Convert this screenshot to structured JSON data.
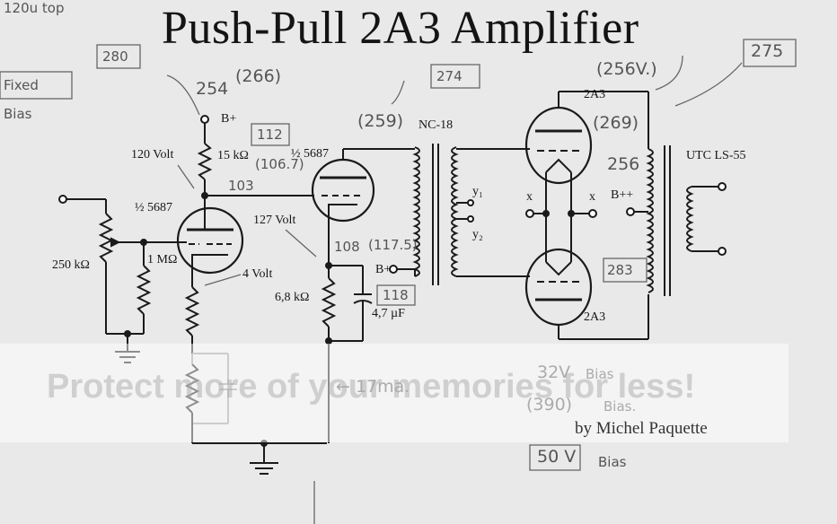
{
  "title": "Push-Pull 2A3 Amplifier",
  "byline": "by Michel Paquette",
  "watermark": "Protect more of your memories for less!",
  "labels": {
    "b_plus": "B+",
    "b_plus_driver": "B+",
    "b_plus_plus": "B++",
    "r_plate": "15 kΩ",
    "v_120": "120 Volt",
    "tube_driver": "½ 5687",
    "tube_input": "½ 5687",
    "pot": "250 kΩ",
    "r_grid": "1 MΩ",
    "v_4": "4 Volt",
    "v_127": "127 Volt",
    "r_cathode": "6,8 kΩ",
    "cap_cathode": "4,7 µF",
    "interstage": "NC-18",
    "tube_top": "2A3",
    "tube_bottom": "2A3",
    "output_tx": "UTC LS-55",
    "y1": "y₁",
    "y2": "y₂",
    "x_left": "x",
    "x_right": "x"
  },
  "handwritten": {
    "top_left": "120u top",
    "fixed_box": "Fixed",
    "bias_left": "Bias",
    "n280": "280",
    "n254": "254",
    "n266": "(266)",
    "n112": "112",
    "n106": "(106.7)",
    "n103": "103",
    "n274": "274",
    "n259": "(259)",
    "n256v": "(256V.)",
    "n275": "275",
    "n269": "(269)",
    "n256": "256",
    "n108": "108",
    "n117": "(117.5)",
    "n118": "118",
    "n283": "283",
    "ma17": "← 17ma.",
    "v32": "32V",
    "bias1": "Bias",
    "v390": "(390)",
    "bias2": "Bias.",
    "v50": "50 V",
    "bias3": "Bias"
  }
}
